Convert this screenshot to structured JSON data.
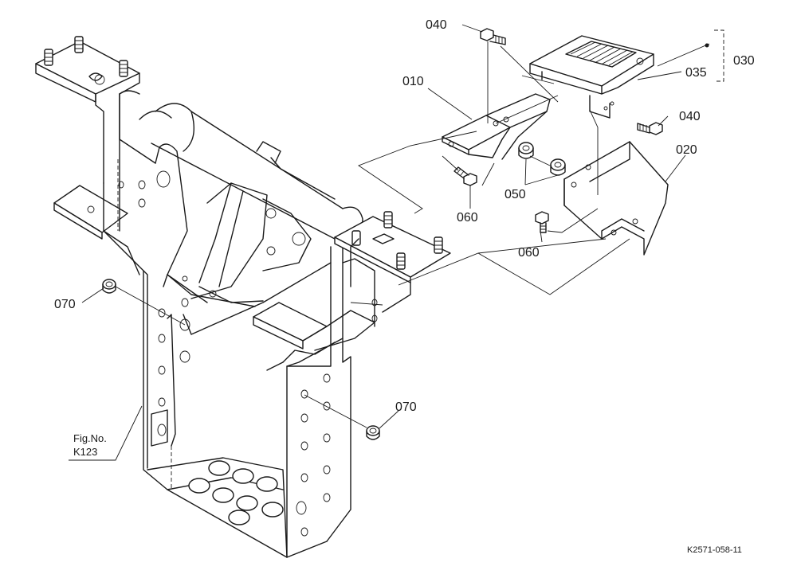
{
  "parts": {
    "p010": "010",
    "p020": "020",
    "p030": "030",
    "p035": "035",
    "p040a": "040",
    "p040b": "040",
    "p050": "050",
    "p060a": "060",
    "p060b": "060",
    "p070a": "070",
    "p070b": "070"
  },
  "reference": {
    "line1": "Fig.No.",
    "line2": "K123"
  },
  "drawing_code": "K2571-058-11"
}
